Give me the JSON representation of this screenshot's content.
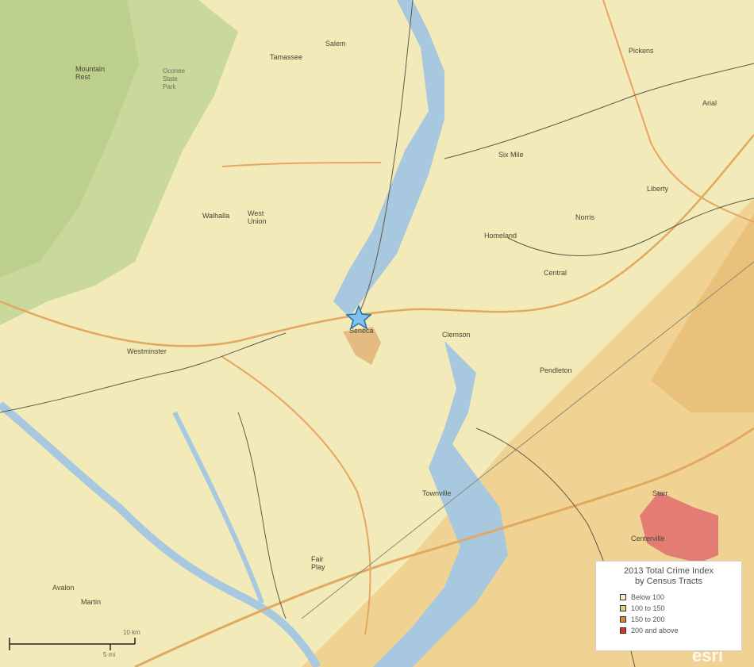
{
  "map": {
    "places": [
      {
        "name": "Salem"
      },
      {
        "name": "Tamassee"
      },
      {
        "name": "Mountain\nRest"
      },
      {
        "name": "Oconee\nState\nPark"
      },
      {
        "name": "Walhalla"
      },
      {
        "name": "West\nUnion"
      },
      {
        "name": "Westminster"
      },
      {
        "name": "Seneca"
      },
      {
        "name": "Clemson"
      },
      {
        "name": "Six Mile"
      },
      {
        "name": "Liberty"
      },
      {
        "name": "Norris"
      },
      {
        "name": "Central"
      },
      {
        "name": "Pickens"
      },
      {
        "name": "Arial"
      },
      {
        "name": "Pendleton"
      },
      {
        "name": "Townville"
      },
      {
        "name": "Fair\nPlay"
      },
      {
        "name": "Avalon"
      },
      {
        "name": "Martin"
      },
      {
        "name": "Starr"
      },
      {
        "name": "Centerville"
      },
      {
        "name": "Homeland"
      }
    ],
    "location_marker": "star-icon",
    "colors": {
      "base": "#f2eab8",
      "water": "#a8c8e0",
      "green": "#c9d89b",
      "tract_mid": "#efcf8e",
      "tract_high": "#e37c72",
      "roads": "#e2a860",
      "boundaries": "#5f5a48",
      "star": "#7ec3f0"
    }
  },
  "scale": {
    "km_label": "10 km",
    "mi_label": "5 mi"
  },
  "legend": {
    "title_line1": "2013 Total Crime Index",
    "title_line2": "by Census Tracts",
    "items": [
      {
        "label": "Below 100",
        "color": "#f4ecc4"
      },
      {
        "label": "100 to 150",
        "color": "#e6c679"
      },
      {
        "label": "150 to 200",
        "color": "#d5873f"
      },
      {
        "label": "200 and above",
        "color": "#e0322a"
      }
    ]
  },
  "attribution": "esri"
}
